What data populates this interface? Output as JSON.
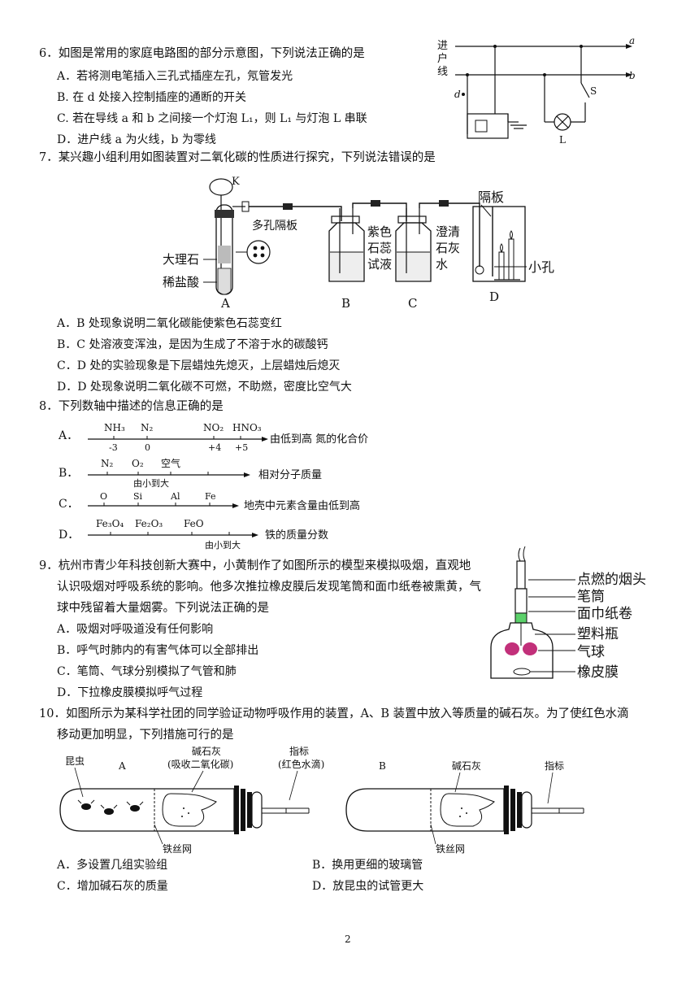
{
  "q6": {
    "stem": "6．如图是常用的家庭电路图的部分示意图，下列说法正确的是",
    "options": [
      "A．若将测电笔插入三孔式插座左孔，氖管发光",
      "B. 在 d 处接入控制插座的通断的开关",
      "C. 若在导线 a 和 b 之间接一个灯泡 L₁，则 L₁ 与灯泡 L 串联",
      "D．进户线 a 为火线，b 为零线"
    ],
    "diagram": {
      "label_jin": "进",
      "label_hu": "户",
      "label_xian": "线",
      "label_a": "a",
      "label_b": "b",
      "label_d": "d",
      "label_S": "S",
      "label_L": "L"
    }
  },
  "q7": {
    "stem": "7．某兴趣小组利用如图装置对二氧化碳的性质进行探究，下列说法错误的是",
    "options": [
      "A．B 处现象说明二氧化碳能使紫色石蕊变红",
      "B．C 处溶液变浑浊，是因为生成了不溶于水的碳酸钙",
      "C．D 处的实验现象是下层蜡烛先熄灭，上层蜡烛后熄灭",
      "D．D 处现象说明二氧化碳不可燃，不助燃，密度比空气大"
    ],
    "diagram": {
      "K": "K",
      "porous": "多孔隔板",
      "marble": "大理石",
      "acid": "稀盐酸",
      "litmus1": "紫色",
      "litmus2": "石蕊",
      "litmus3": "试液",
      "lime1": "澄清",
      "lime2": "石灰",
      "lime3": "水",
      "partition": "隔板",
      "hole": "小孔",
      "A": "A",
      "B": "B",
      "C": "C",
      "D": "D"
    }
  },
  "q8": {
    "stem": "8．下列数轴中描述的信息正确的是",
    "A": {
      "letter": "A．",
      "labels": [
        "NH₃",
        "N₂",
        "NO₂",
        "HNO₃"
      ],
      "values": [
        "-3",
        "0",
        "+4",
        "+5"
      ],
      "caption": "由低到高 氮的化合价"
    },
    "B": {
      "letter": "B．",
      "labels": [
        "N₂",
        "O₂",
        "空气"
      ],
      "sub": "由小到大",
      "caption": "相对分子质量"
    },
    "C": {
      "letter": "C．",
      "labels": [
        "O",
        "Si",
        "Al",
        "Fe"
      ],
      "caption": "地壳中元素含量由低到高"
    },
    "D": {
      "letter": "D．",
      "labels": [
        "Fe₃O₄",
        "Fe₂O₃",
        "FeO"
      ],
      "sub": "由小到大",
      "caption": "铁的质量分数"
    }
  },
  "q9": {
    "lines": [
      "9．杭州市青少年科技创新大赛中，小黄制作了如图所示的模型来模拟吸烟，直观地",
      "认识吸烟对呼吸系统的影响。他多次推拉橡皮膜后发现笔筒和面巾纸卷被熏黄，气",
      "球中残留着大量烟雾。下列说法正确的是"
    ],
    "options": [
      "A．吸烟对呼吸道没有任何影响",
      "B．呼气时肺内的有害气体可以全部排出",
      "C．笔筒、气球分别模拟了气管和肺",
      "D．下拉橡皮膜模拟呼气过程"
    ],
    "diagram": [
      "点燃的烟头",
      "笔筒",
      "面巾纸卷",
      "塑料瓶",
      "气球",
      "橡皮膜"
    ]
  },
  "q10": {
    "lines": [
      "10．如图所示为某科学社团的同学验证动物呼吸作用的装置，A、B 装置中放入等质量的碱石灰。为了使红色水滴",
      "移动更加明显，下列措施可行的是"
    ],
    "options": [
      "A．多设置几组实验组",
      "B．换用更细的玻璃管",
      "C．增加碱石灰的质量",
      "D．放昆虫的试管更大"
    ],
    "diagram": {
      "insect": "昆虫",
      "A": "A",
      "soda": "碱石灰",
      "soda_note": "(吸收二氧化碳)",
      "marker": "指标",
      "marker_note": "(红色水滴)",
      "mesh": "铁丝网",
      "B": "B",
      "soda2": "碱石灰",
      "marker2": "指标",
      "mesh2": "铁丝网"
    }
  },
  "page_number": "2"
}
